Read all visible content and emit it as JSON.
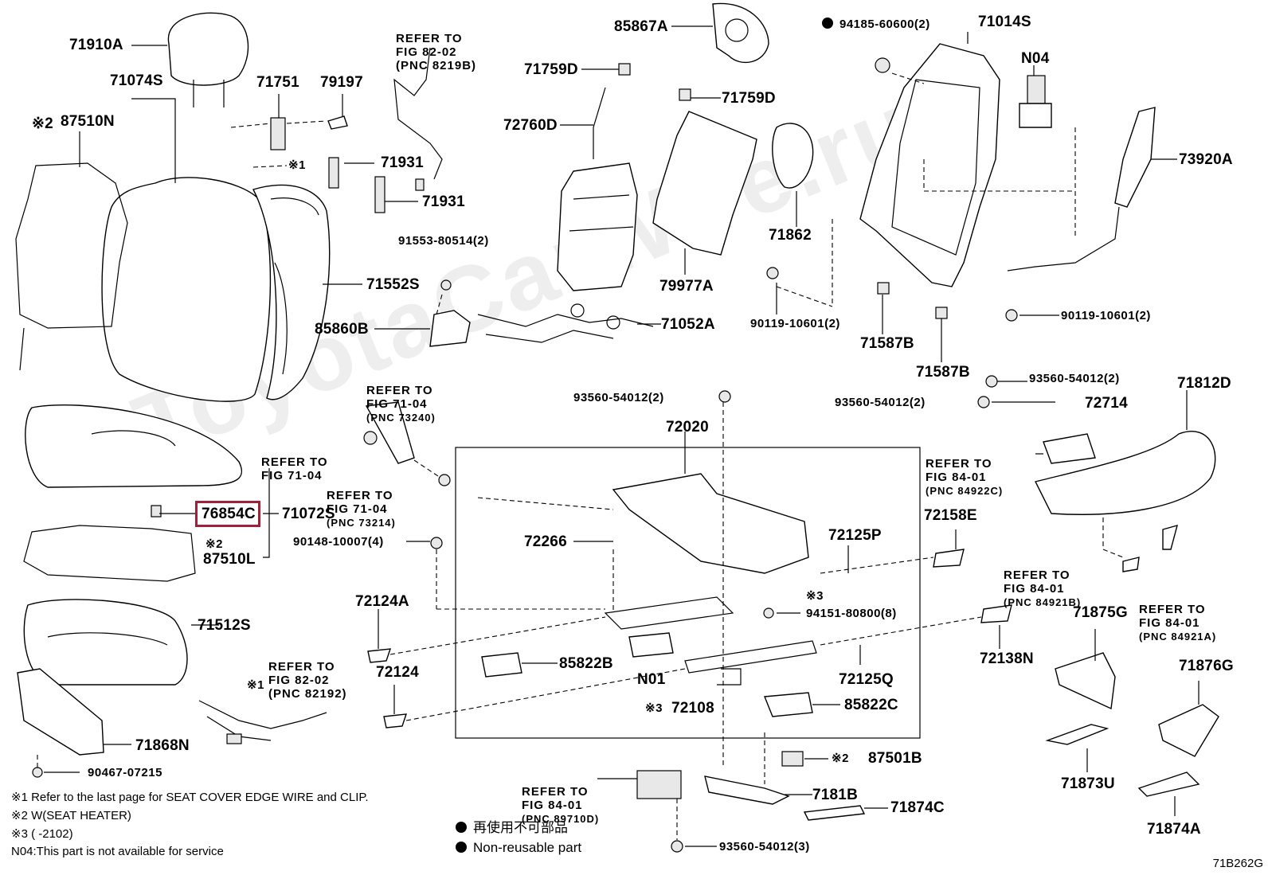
{
  "watermark": "ToyotaCarWire.ru",
  "figure_id": "71B262G",
  "parts": {
    "p71910A": "71910A",
    "p71074S": "71074S",
    "p87510N": "87510N",
    "p71751": "71751",
    "p79197": "79197",
    "p71931a": "71931",
    "p71931b": "71931",
    "p71552S": "71552S",
    "p85860B": "85860B",
    "p91553": "91553-80514(2)",
    "p72760D": "72760D",
    "p71759Da": "71759D",
    "p71759Db": "71759D",
    "p85867A": "85867A",
    "p79977A": "79977A",
    "p71052A": "71052A",
    "p71862": "71862",
    "p94185": "94185-60600(2)",
    "p71014S": "71014S",
    "pN04": "N04",
    "p73920A": "73920A",
    "p90119a": "90119-10601(2)",
    "p90119b": "90119-10601(2)",
    "p71587Ba": "71587B",
    "p71587Bb": "71587B",
    "p93560a": "93560-54012(2)",
    "p93560b": "93560-54012(2)",
    "p93560c": "93560-54012(2)",
    "p93560d": "93560-54012(3)",
    "p72714": "72714",
    "p71812D": "71812D",
    "p72020": "72020",
    "p76854C": "76854C",
    "p71072S": "71072S",
    "p87510L": "87510L",
    "p90148": "90148-10007(4)",
    "p72266": "72266",
    "p72125P": "72125P",
    "p72158E": "72158E",
    "p72124A": "72124A",
    "p72124": "72124",
    "p94151": "94151-80800(8)",
    "p72125Q": "72125Q",
    "p72138N": "72138N",
    "p85822B": "85822B",
    "pN01": "N01",
    "p72108": "72108",
    "p85822C": "85822C",
    "p71512S": "71512S",
    "p71868N": "71868N",
    "p90467": "90467-07215",
    "p87501B": "87501B",
    "p7181B": "7181B",
    "p71874C": "71874C",
    "p71875G": "71875G",
    "p71876G": "71876G",
    "p71873U": "71873U",
    "p71874A": "71874A"
  },
  "marks": {
    "m1a": "※1",
    "m1b": "※1",
    "m2a": "※2",
    "m2b": "※2",
    "m2c": "※2",
    "m3a": "※3",
    "m3b": "※3"
  },
  "refs": {
    "r1": {
      "line1": "REFER TO",
      "line2": "FIG 82-02",
      "line3": "(PNC 8219B)"
    },
    "r2": {
      "line1": "REFER TO",
      "line2": "FIG 71-04",
      "line3": "(PNC 73240)"
    },
    "r3": {
      "line1": "REFER TO",
      "line2": "FIG 71-04",
      "line3": ""
    },
    "r4": {
      "line1": "REFER TO",
      "line2": "FIG 71-04",
      "line3": "(PNC 73214)"
    },
    "r5": {
      "line1": "REFER TO",
      "line2": "FIG 84-01",
      "line3": "(PNC 84922C)"
    },
    "r6": {
      "line1": "REFER TO",
      "line2": "FIG 84-01",
      "line3": "(PNC 84921B)"
    },
    "r7": {
      "line1": "REFER TO",
      "line2": "FIG 84-01",
      "line3": "(PNC 84921A)"
    },
    "r8": {
      "line1": "REFER TO",
      "line2": "FIG 82-02",
      "line3": "(PNC 82192)"
    },
    "r9": {
      "line1": "REFER TO",
      "line2": "FIG 84-01",
      "line3": "(PNC 89710D)"
    }
  },
  "notes": {
    "n1": "※1 Refer to the last page for SEAT COVER EDGE WIRE and CLIP.",
    "n2": "※2 W(SEAT HEATER)",
    "n3": "※3 (      -2102)",
    "n4": "N04:This part is not available for service"
  },
  "legend": {
    "jp": "再使用不可部品",
    "en": "Non-reusable part"
  }
}
